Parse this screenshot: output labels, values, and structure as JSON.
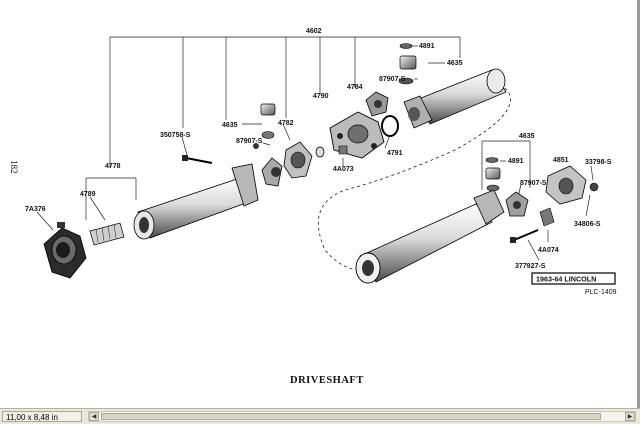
{
  "document": {
    "page_number": "182",
    "caption": "DRIVESHAFT",
    "model_box": "1963-64 LINCOLN",
    "plate_code": "PLC-1409"
  },
  "diagram": {
    "part_labels": {
      "p4602": "4602",
      "p4891_top": "4891",
      "p4635_top": "4635",
      "p87907_top": "87907-S",
      "p4784": "4784",
      "p4790": "4790",
      "p4782": "4782",
      "p4635_left": "4635",
      "p350758": "350758-S",
      "p87907_left": "87907-S",
      "p4778": "4778",
      "p4789": "4789",
      "p7A376": "7A376",
      "p4A073": "4A073",
      "p4791": "4791",
      "p4635_right": "4635",
      "p4891_right": "4891",
      "p4851": "4851",
      "p33798": "33798-S",
      "p87907_right": "87907-S",
      "p34806": "34806-S",
      "p4A074": "4A074",
      "p377927": "377927-S"
    }
  },
  "statusbar": {
    "page_size": "11,00 x 8,48 in",
    "scroll_left_icon": "arrow-left-icon",
    "scroll_right_icon": "arrow-right-icon"
  },
  "colors": {
    "ink": "#111111",
    "paper": "#ffffff",
    "statusbar": "#ece9d8"
  }
}
